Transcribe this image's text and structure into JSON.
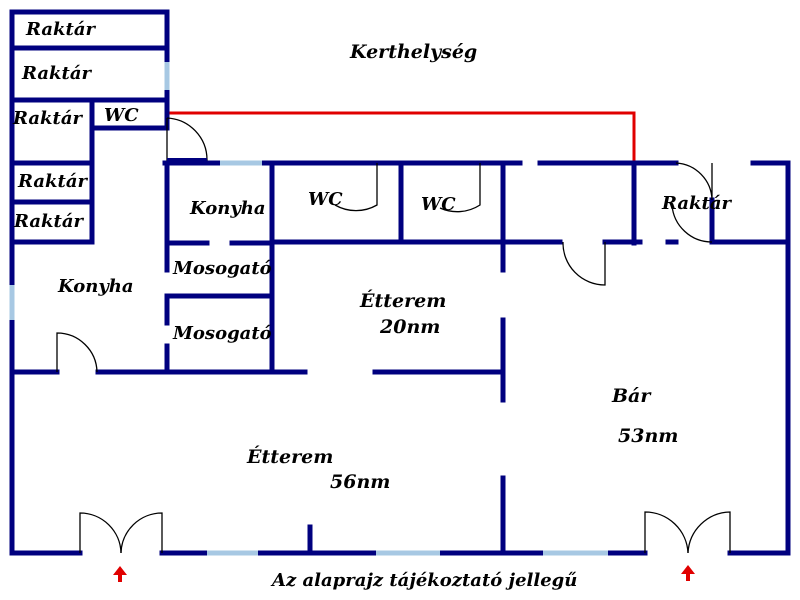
{
  "labels": {
    "raktar_1": "Raktár",
    "raktar_2": "Raktár",
    "raktar_3": "Raktár",
    "raktar_4": "Raktár",
    "raktar_5": "Raktár",
    "raktar_6": "Raktár",
    "wc_1": "WC",
    "wc_2": "WC",
    "wc_3": "WC",
    "kerthelyseg": "Kerthelység",
    "konyha_small": "Konyha",
    "konyha_large": "Konyha",
    "mosogato_1": "Mosogató",
    "mosogato_2": "Mosogató",
    "etterem_small_name": "Étterem",
    "etterem_small_area": "20nm",
    "etterem_large_name": "Étterem",
    "etterem_large_area": "56nm",
    "bar_name": "Bár",
    "bar_area": "53nm"
  },
  "footer_note": "Az alaprajz tájékoztató jellegű",
  "colors": {
    "wall": "#00007f",
    "window": "#a7c8e3",
    "terrace_boundary": "#e00000",
    "entrance_arrow": "#e00000",
    "door": "#000000"
  },
  "icons": {
    "entrance": "entrance-arrow-icon"
  }
}
